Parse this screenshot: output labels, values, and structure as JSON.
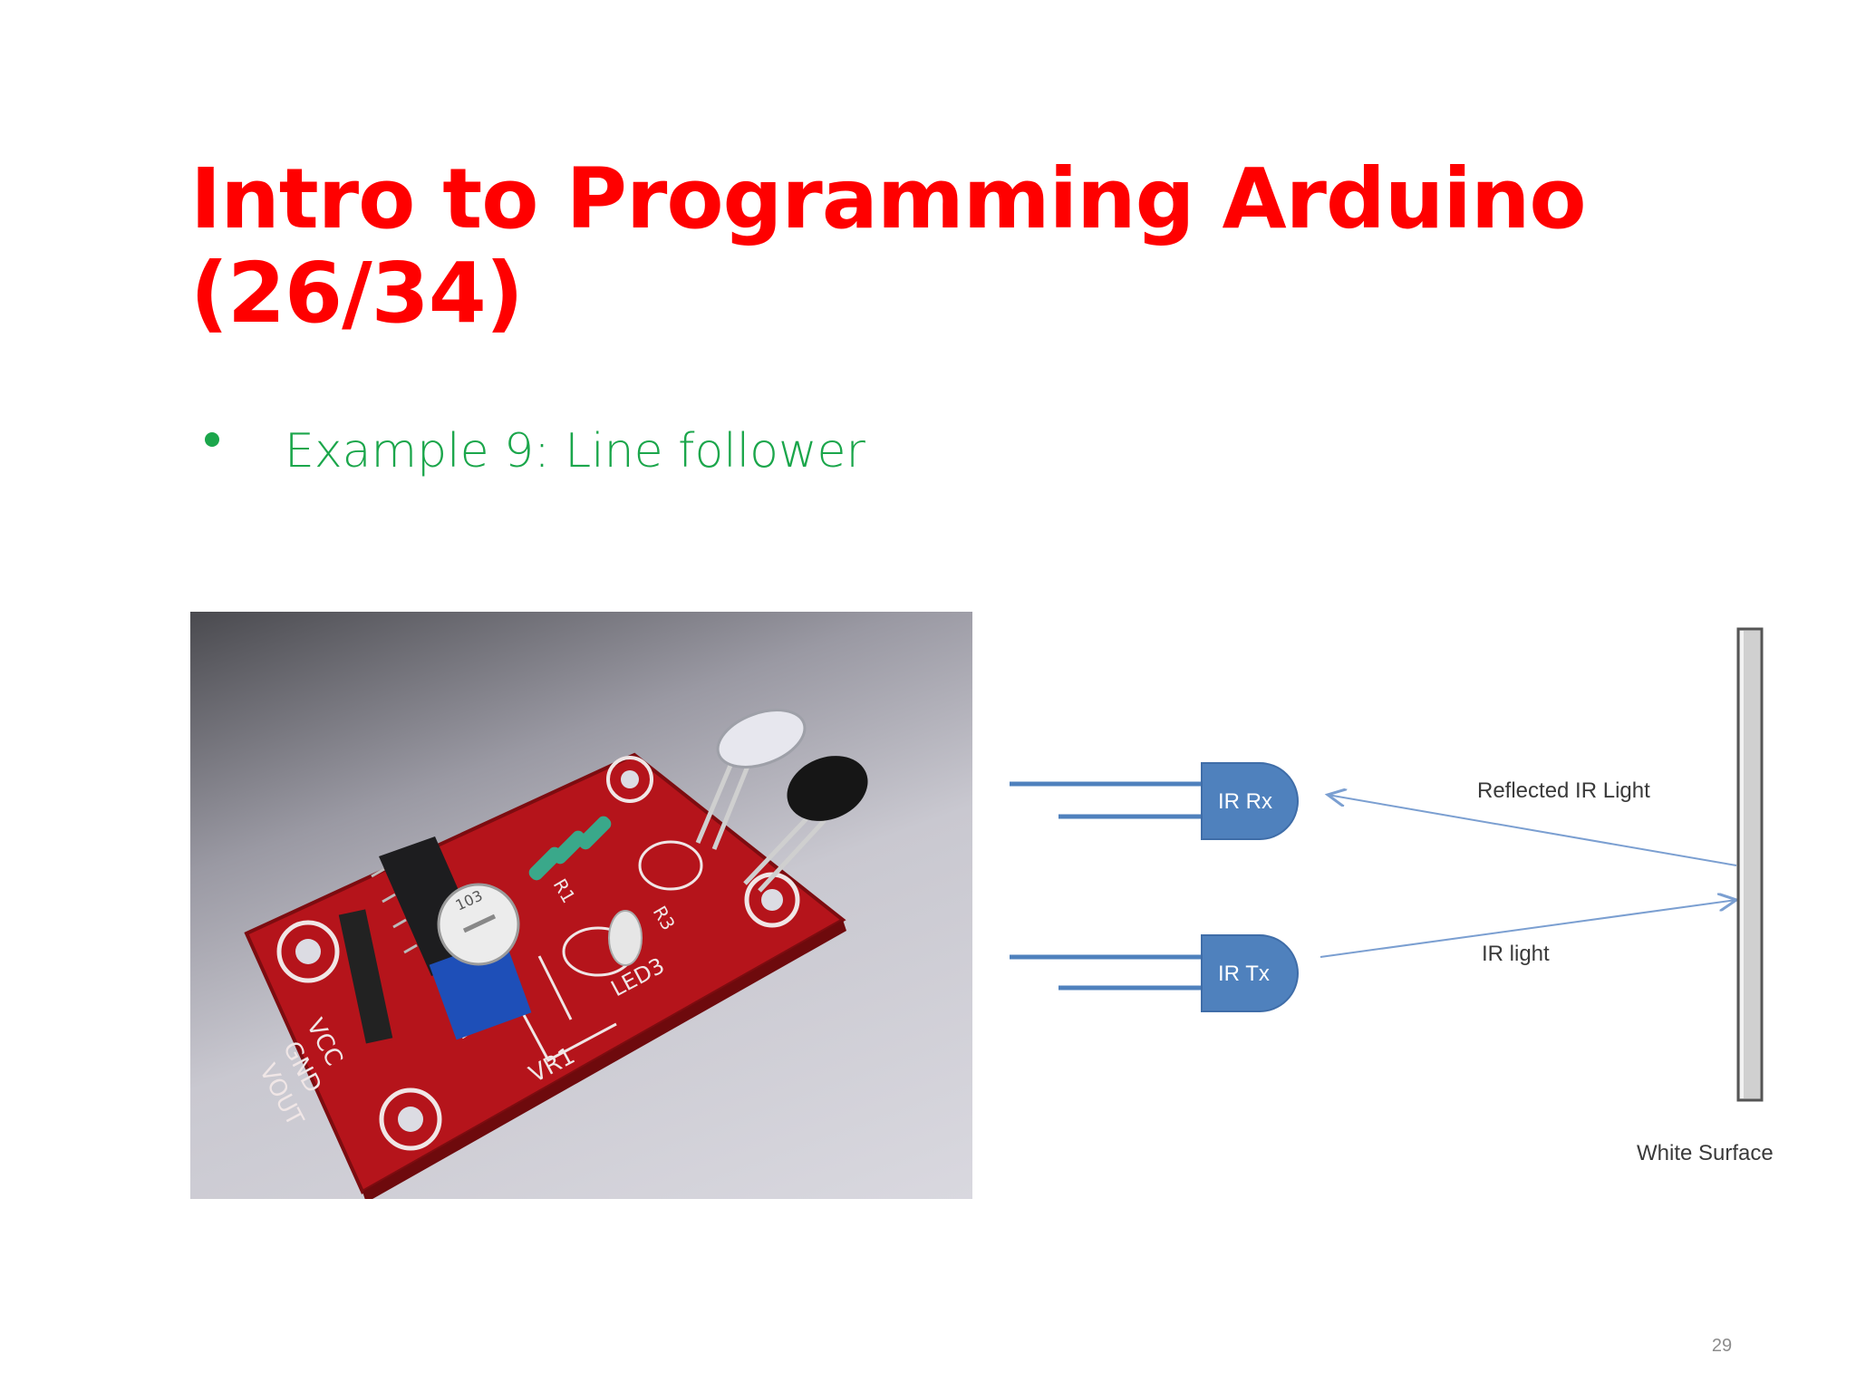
{
  "slide": {
    "title_line1": "Intro to Programming Arduino",
    "title_line2": "(26/34)",
    "bullet": "Example 9: Line follower",
    "page_number": "29"
  },
  "photo": {
    "pcb_labels": {
      "vcc": "VCC",
      "gnd": "GND",
      "vout": "VOUT",
      "vr1": "VR1",
      "led3": "LED3",
      "r3": "R3",
      "r1": "R1",
      "ic": "103"
    }
  },
  "diagram": {
    "receiver_label": "IR Rx",
    "transmitter_label": "IR Tx",
    "reflected_label": "Reflected IR Light",
    "ir_light_label": "IR light",
    "surface_label": "White Surface",
    "colors": {
      "led_fill": "#4f81bd",
      "led_stroke": "#3f6da8",
      "arrow": "#7b9fd1",
      "surface": "#d0d0d0"
    }
  }
}
